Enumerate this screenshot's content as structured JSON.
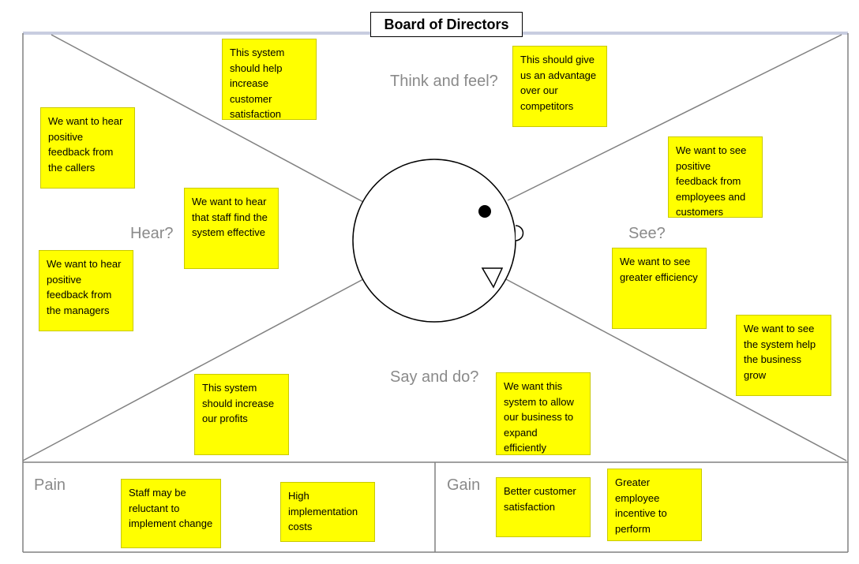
{
  "title": "Board of Directors",
  "colors": {
    "sticky_note": "#ffff00",
    "frame_line": "#808080",
    "top_border": "#c8cde0",
    "section_label": "#8a8a8a"
  },
  "sections": {
    "think_feel": "Think and feel?",
    "hear": "Hear?",
    "see": "See?",
    "say_do": "Say and do?",
    "pain": "Pain",
    "gain": "Gain"
  },
  "notes": {
    "think_feel_1": "This system should help increase customer satisfaction",
    "think_feel_2": "This should give us an advantage over our competitors",
    "hear_1": "We want to hear positive feedback from the callers",
    "hear_2": "We want to hear that staff find the system effective",
    "hear_3": "We want to hear positive feedback from the managers",
    "see_1": "We want to see positive feedback from employees and customers",
    "see_2": "We want to see greater efficiency",
    "see_3": "We want to see the system help the business grow",
    "say_do_1": "This system should increase our profits",
    "say_do_2": "We want this system to allow our business to expand efficiently",
    "pain_1": "Staff may be reluctant to implement change",
    "pain_2": "High implementation costs",
    "gain_1": "Better customer satisfaction",
    "gain_2": "Greater employee incentive to perform"
  }
}
